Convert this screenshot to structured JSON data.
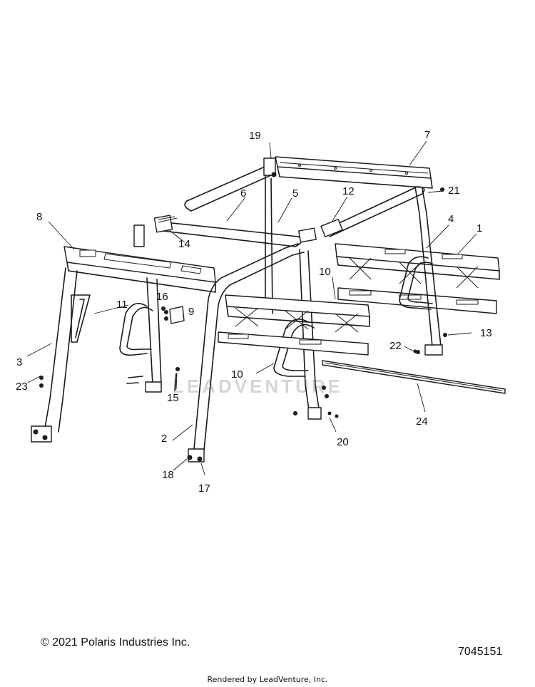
{
  "diagram": {
    "watermark": "LEADVENTURE",
    "callouts": [
      {
        "id": "c1",
        "label": "1"
      },
      {
        "id": "c2",
        "label": "2"
      },
      {
        "id": "c3",
        "label": "3"
      },
      {
        "id": "c4",
        "label": "4"
      },
      {
        "id": "c5",
        "label": "5"
      },
      {
        "id": "c6",
        "label": "6"
      },
      {
        "id": "c7",
        "label": "7"
      },
      {
        "id": "c8",
        "label": "8"
      },
      {
        "id": "c9",
        "label": "9"
      },
      {
        "id": "c10a",
        "label": "10"
      },
      {
        "id": "c10b",
        "label": "10"
      },
      {
        "id": "c11",
        "label": "11"
      },
      {
        "id": "c12",
        "label": "12"
      },
      {
        "id": "c13",
        "label": "13"
      },
      {
        "id": "c14",
        "label": "14"
      },
      {
        "id": "c15",
        "label": "15"
      },
      {
        "id": "c16",
        "label": "16"
      },
      {
        "id": "c17",
        "label": "17"
      },
      {
        "id": "c18",
        "label": "18"
      },
      {
        "id": "c19",
        "label": "19"
      },
      {
        "id": "c20",
        "label": "20"
      },
      {
        "id": "c21",
        "label": "21"
      },
      {
        "id": "c22",
        "label": "22"
      },
      {
        "id": "c23",
        "label": "23"
      },
      {
        "id": "c24",
        "label": "24"
      }
    ]
  },
  "footer": {
    "copyright": "© 2021 Polaris Industries Inc.",
    "part_number": "7045151",
    "rendered_by": "Rendered by LeadVenture, Inc."
  }
}
